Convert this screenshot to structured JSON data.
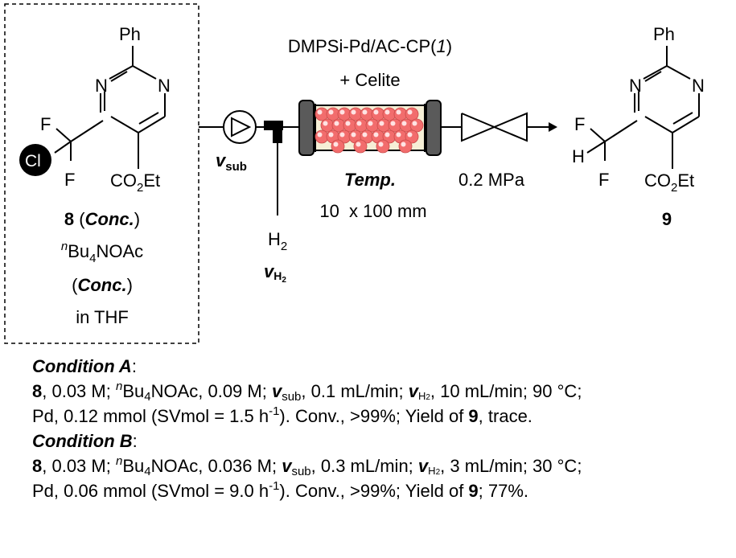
{
  "reactant": {
    "top_substituent": "Ph",
    "ring_n_left": "N",
    "ring_n_right": "N",
    "f_top": "F",
    "f_bottom": "F",
    "cl_label": "Cl",
    "ester_co": "CO",
    "ester_sub": "2",
    "ester_et": "Et",
    "compound_number": "8",
    "conc_label": "Conc.",
    "additive_prefix": "n",
    "additive_a": "Bu",
    "additive_sub": "4",
    "additive_b": "NOAc",
    "conc_label_2": "Conc.",
    "solvent": "in THF"
  },
  "flow": {
    "v_label": "v",
    "v_sub_label": "sub",
    "h2_main": "H",
    "h2_sub": "2",
    "vh2_v": "v",
    "vh2_h": "H",
    "vh2_sub": "2",
    "catalyst_a": "DMPSi-Pd/AC-CP(",
    "catalyst_num": "1",
    "catalyst_b": ")",
    "additive_celite": "+ Celite",
    "temp_label": "Temp.",
    "column_size": "10  x 100 mm",
    "pressure": "0.2 MPa"
  },
  "product": {
    "top_substituent": "Ph",
    "ring_n_left": "N",
    "ring_n_right": "N",
    "f_top": "F",
    "h_label": "H",
    "f_bottom": "F",
    "ester_co": "CO",
    "ester_sub": "2",
    "ester_et": "Et",
    "compound_number": "9"
  },
  "condition_a": {
    "title": "Condition A",
    "colon": ":",
    "l1_cmpd": "8",
    "l1_t1": ", 0.03 M; ",
    "l1_n": "n",
    "l1_bu": "Bu",
    "l1_4": "4",
    "l1_t2": "NOAc, 0.09 M; ",
    "l1_v": "v",
    "l1_sub": "sub",
    "l1_t3": ", 0.1 mL/min; ",
    "l1_v2": "v",
    "l1_h": "H",
    "l1_h2sub": "2",
    "l1_t4": ", 10 mL/min; 90 °C;",
    "l2_t1": "Pd, 0.12 mmol (SVmol = 1.5 h",
    "l2_exp": "-1",
    "l2_t2": "). Conv., >99%; Yield of ",
    "l2_cmpd": "9",
    "l2_t3": ", trace."
  },
  "condition_b": {
    "title": "Condition B",
    "colon": ":",
    "l1_cmpd": "8",
    "l1_t1": ", 0.03 M; ",
    "l1_n": "n",
    "l1_bu": "Bu",
    "l1_4": "4",
    "l1_t2": "NOAc, 0.036 M; ",
    "l1_v": "v",
    "l1_sub": "sub",
    "l1_t3": ", 0.3 mL/min; ",
    "l1_v2": "v",
    "l1_h": "H",
    "l1_h2sub": "2",
    "l1_t4": ", 3 mL/min; 30 °C;",
    "l2_t1": "Pd, 0.06 mmol (SVmol = 9.0 h",
    "l2_exp": "-1",
    "l2_t2": "). Conv., >99%; Yield of ",
    "l2_cmpd": "9",
    "l2_t3": "; 77%."
  },
  "colors": {
    "bead_fill": "#f26d6d",
    "bead_highlight": "#ffe3e3",
    "column_bg": "#f6efd6",
    "endcap": "#5a5a5a",
    "cl_circle": "#000000"
  }
}
